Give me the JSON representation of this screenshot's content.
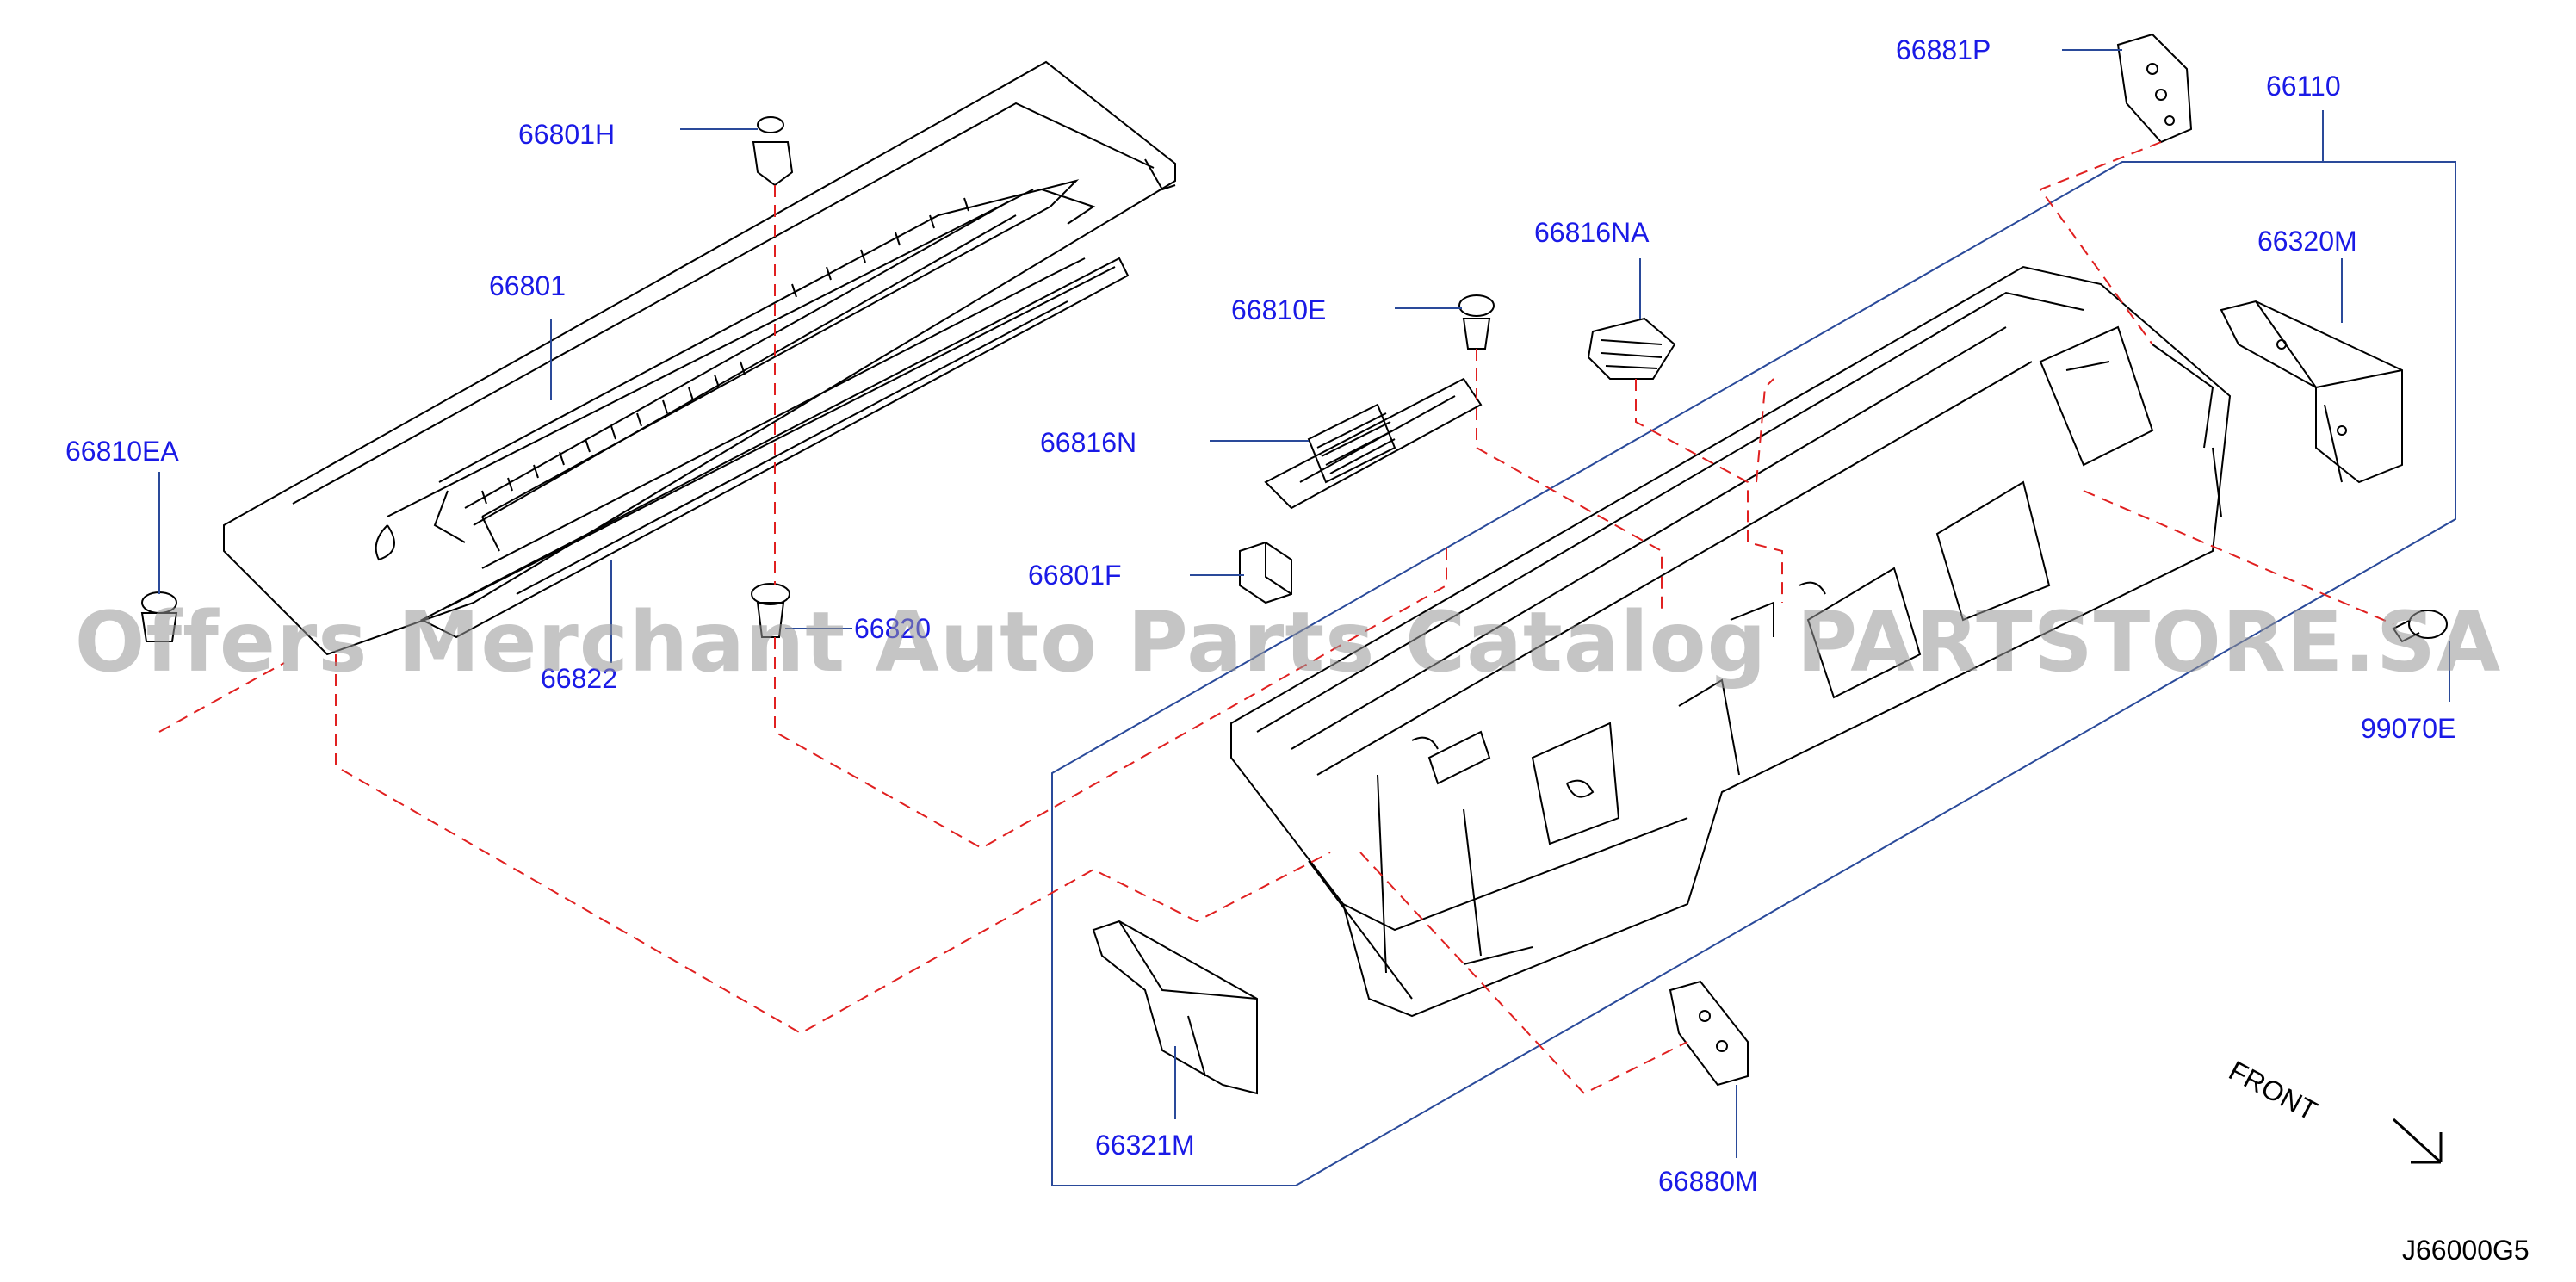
{
  "colors": {
    "callout": "#1a1ae6",
    "leader": "#2a4a9a",
    "line_art": "#000000",
    "dashed_link": "#e02020",
    "watermark": "#969696"
  },
  "watermark": "Offers Merchant Auto Parts Catalog PARTSTORE.SA",
  "diagram_code": "J66000G5",
  "front_label": "FRONT",
  "parts": {
    "p66881P": "66881P",
    "p66110": "66110",
    "p66801H": "66801H",
    "p66816NA": "66816NA",
    "p66320M": "66320M",
    "p66801": "66801",
    "p66810E": "66810E",
    "p66810EA": "66810EA",
    "p66816N": "66816N",
    "p66801F": "66801F",
    "p66820": "66820",
    "p66822": "66822",
    "p99070E": "99070E",
    "p66321M": "66321M",
    "p66880M": "66880M"
  }
}
